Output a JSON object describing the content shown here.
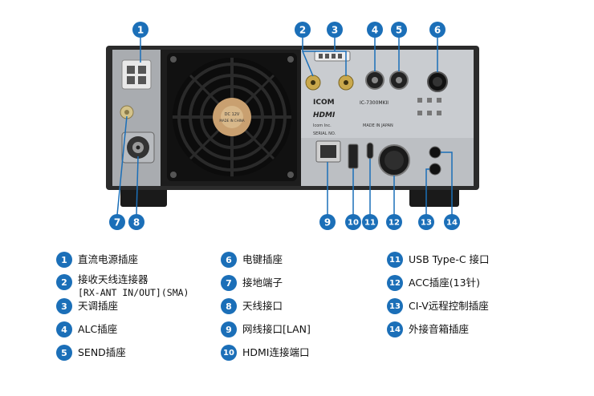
{
  "callouts": [
    {
      "n": "1"
    },
    {
      "n": "2"
    },
    {
      "n": "3"
    },
    {
      "n": "4"
    },
    {
      "n": "5"
    },
    {
      "n": "6"
    },
    {
      "n": "7"
    },
    {
      "n": "8"
    },
    {
      "n": "9"
    },
    {
      "n": "10"
    },
    {
      "n": "11"
    },
    {
      "n": "12"
    },
    {
      "n": "13"
    },
    {
      "n": "14"
    }
  ],
  "panel_labels": {
    "icom": "ICOM",
    "model": "IC-7300MKII",
    "hdmi": "HDMI",
    "maker": "Icom Inc.",
    "made_in": "MADE IN JAPAN",
    "serial": "SERIAL NO.",
    "fan_text": "DC 12V",
    "fan_made": "MADE IN CHINA"
  },
  "legend": [
    {
      "n": "1",
      "text": "直流电源插座",
      "text2": ""
    },
    {
      "n": "2",
      "text": "接收天线连接器",
      "text2": "[RX-ANT IN/OUT](SMA)"
    },
    {
      "n": "3",
      "text": "天调插座",
      "text2": ""
    },
    {
      "n": "4",
      "text": "ALC插座",
      "text2": ""
    },
    {
      "n": "5",
      "text": "SEND插座",
      "text2": ""
    },
    {
      "n": "6",
      "text": "电键插座",
      "text2": ""
    },
    {
      "n": "7",
      "text": "接地端子",
      "text2": ""
    },
    {
      "n": "8",
      "text": "天线接口",
      "text2": ""
    },
    {
      "n": "9",
      "text": "网线接口[LAN]",
      "text2": ""
    },
    {
      "n": "10",
      "text": "HDMI连接端口",
      "text2": ""
    },
    {
      "n": "11",
      "text": "USB Type-C 接口",
      "text2": ""
    },
    {
      "n": "12",
      "text": "ACC插座(13针)",
      "text2": ""
    },
    {
      "n": "13",
      "text": "CI-V远程控制插座",
      "text2": ""
    },
    {
      "n": "14",
      "text": "外接音箱插座",
      "text2": ""
    }
  ]
}
